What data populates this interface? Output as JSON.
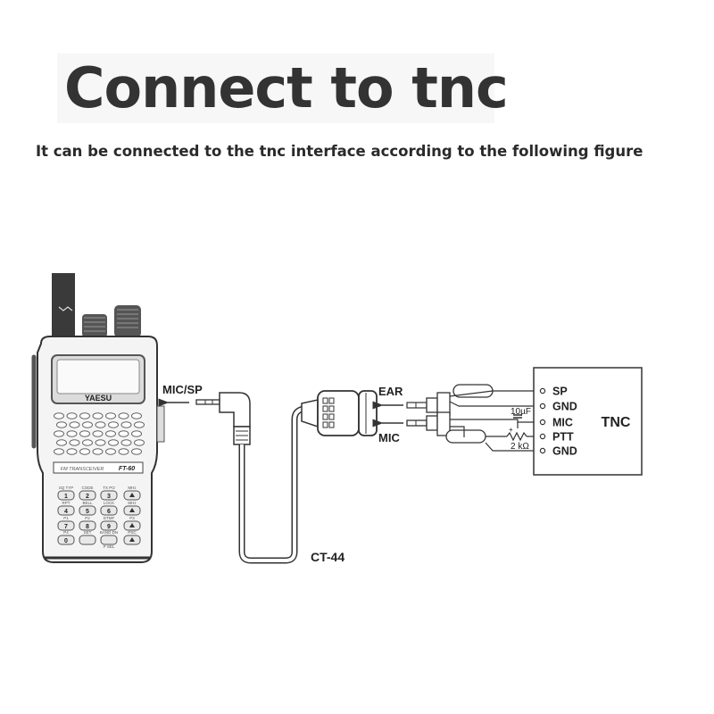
{
  "title": "Connect to tnc",
  "subtitle": "It can be connected to the tnc interface according to the following figure",
  "radio": {
    "brand": "YAESU",
    "model": "FT-60",
    "model_caption": "FM TRANSCEIVER",
    "key_labels": [
      "SQ TYP",
      "CODE",
      "TX PO",
      "MHz",
      "RPT",
      "BELL",
      "LOCK",
      "MHz",
      "P1",
      "P2",
      "DTMF",
      "P3",
      "P4",
      "SET",
      "BAND DN",
      "PSC",
      "P SEL"
    ],
    "key_digits": [
      "1",
      "2",
      "3",
      "4",
      "5",
      "6",
      "7",
      "8",
      "9",
      "0"
    ]
  },
  "cable": {
    "port_label": "MIC/SP",
    "name": "CT-44",
    "ear_label": "EAR",
    "mic_label": "MIC"
  },
  "circuit": {
    "capacitor": "10µF",
    "resistor": "2 kΩ"
  },
  "tnc": {
    "title": "TNC",
    "pins": [
      "SP",
      "GND",
      "MIC",
      "PTT",
      "GND"
    ]
  }
}
